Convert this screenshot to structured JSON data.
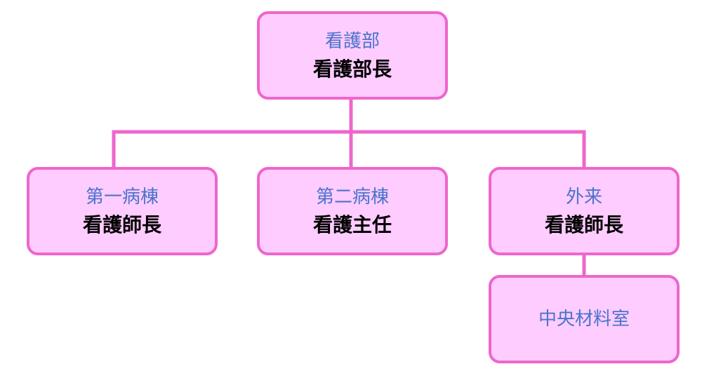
{
  "colors": {
    "box_fill": "#FFCCFF",
    "box_border": "#EE66CC",
    "connector": "#EE66CC",
    "department_text": "#4A74CC",
    "title_text": "#000000"
  },
  "nodes": {
    "top": {
      "dept": "看護部",
      "title": "看護部長"
    },
    "ward1": {
      "dept": "第一病棟",
      "title": "看護師長"
    },
    "ward2": {
      "dept": "第二病棟",
      "title": "看護主任"
    },
    "outpatient": {
      "dept": "外来",
      "title": "看護師長"
    },
    "supply": {
      "dept": "中央材料室"
    }
  }
}
